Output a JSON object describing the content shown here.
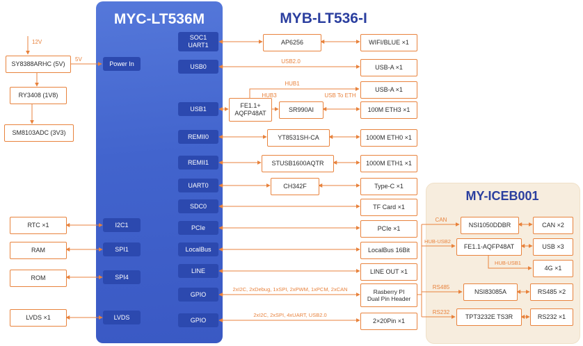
{
  "titles": {
    "som": "MYC-LT536M",
    "board": "MYB-LT536-I",
    "expansion": "MY-ICEB001"
  },
  "power": {
    "rail12": "12V",
    "rail5": "5V",
    "reg5v": "SY8388ARHC (5V)",
    "reg1v8": "RY3408 (1V8)",
    "reg3v3": "SM8103ADC (3V3)"
  },
  "peripherals": {
    "rtc": "RTC ×1",
    "ram": "RAM",
    "rom": "ROM",
    "lvds": "LVDS ×1"
  },
  "ports": {
    "power_in": "Power In",
    "i2c1": "I2C1",
    "spi1": "SPI1",
    "spi4": "SPI4",
    "lvds": "LVDS",
    "soc1_uart1": "SOC1\nUART1",
    "usb0": "USB0",
    "usb1": "USB1",
    "remii0": "REMII0",
    "remii1": "REMII1",
    "uart0": "UART0",
    "sdc0": "SDC0",
    "pcie": "PCIe",
    "localbus": "LocalBus",
    "line": "LINE",
    "gpio1": "GPIO",
    "gpio2": "GPIO"
  },
  "chips": {
    "ap6256": "AP6256",
    "usb_hub": "FE1.1+\nAQFP48AT",
    "sr990ai": "SR990AI",
    "yt8531": "YT8531SH-CA",
    "stusb1600": "STUSB1600AQTR",
    "ch342f": "CH342F"
  },
  "outputs": {
    "wifi": "WIFI/BLUE ×1",
    "usb_a1": "USB-A ×1",
    "usb_a2": "USB-A ×1",
    "eth3": "100M ETH3 ×1",
    "eth0": "1000M ETH0 ×1",
    "eth1": "1000M ETH1 ×1",
    "type_c": "Type-C ×1",
    "tf_card": "TF Card ×1",
    "pcie": "PCIe ×1",
    "localbus": "LocalBus 16Bit",
    "line_out": "LINE OUT ×1",
    "rpi_header": "Rasberry PI\nDual Pin Header",
    "pin40": "2×20Pin ×1"
  },
  "bus_labels": {
    "usb20": "USB2.0",
    "hub1": "HUB1",
    "hub3": "HUB3",
    "usb_to_eth": "USB To ETH",
    "gpio1": "2xI2C, 2xDebug, 1xSPI, 2xPWM, 1xPCM, 2xCAN",
    "gpio2": "2xI2C, 2xSPI, 4xUART, USB2.0"
  },
  "iceb": {
    "labels": {
      "can": "CAN",
      "hub_usb2": "HUB-USB2",
      "hub_usb1": "HUB-USB1",
      "rs485": "RS485",
      "rs232": "RS232"
    },
    "chips": {
      "can_iso": "NSI1050DDBR",
      "usb_hub": "FE1.1-AQFP48AT",
      "rs485_iso": "NSI83085A",
      "rs232_tr": "TPT3232E TS3R"
    },
    "outputs": {
      "can": "CAN ×2",
      "usb": "USB ×3",
      "g4": "4G ×1",
      "rs485": "RS485 ×2",
      "rs232": "RS232 ×1"
    }
  },
  "colors": {
    "accent_orange": "#e8823c",
    "module_blue": "#4264cd",
    "port_blue": "#2c49af",
    "title_blue": "#2b3f9f",
    "panel_beige": "#f7edde"
  }
}
